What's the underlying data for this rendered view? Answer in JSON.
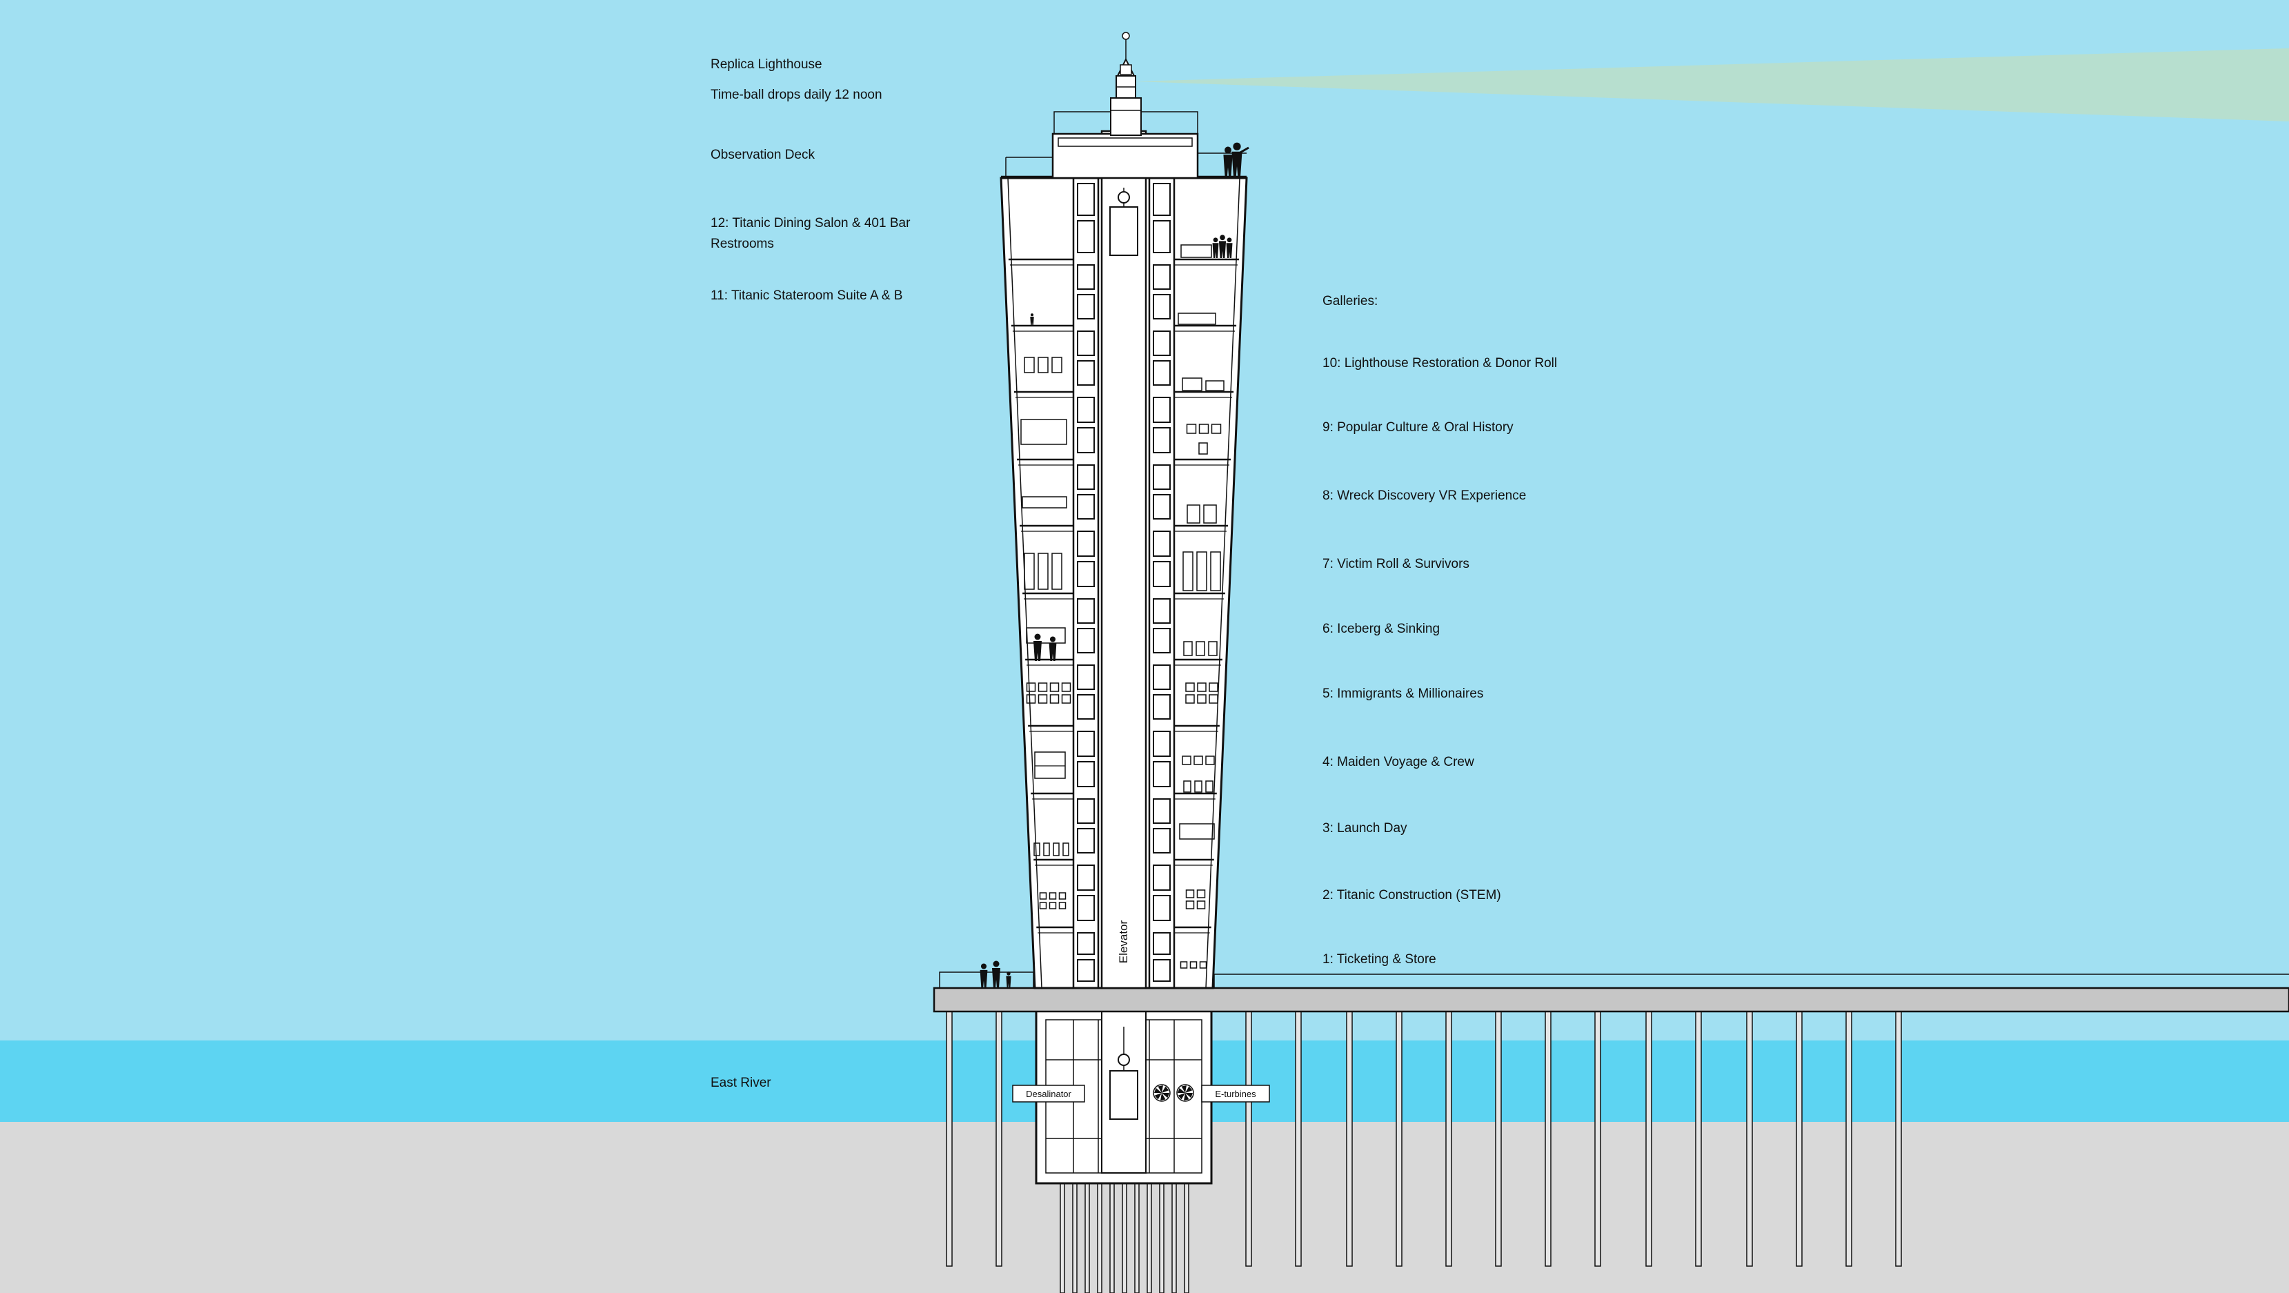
{
  "colors": {
    "sky": "#a1e0f2",
    "water": "#5dd4f2",
    "ground": "#d9d9d9",
    "beam": "#b7dfcf",
    "pier": "#c6c6c6",
    "line": "#111111",
    "tower_fill": "#ffffff"
  },
  "left_labels": {
    "lighthouse": "Replica Lighthouse",
    "timeball": "Time-ball drops daily 12 noon",
    "observation": "Observation Deck",
    "floor12_line1": "12: Titanic Dining Salon & 401 Bar",
    "floor12_line2": "Restrooms",
    "floor11": "11: Titanic Stateroom Suite A & B",
    "river": "East River"
  },
  "galleries": {
    "heading": "Galleries:",
    "items": [
      "10: Lighthouse Restoration & Donor Roll",
      "9: Popular Culture & Oral History",
      "8: Wreck Discovery VR Experience",
      "7: Victim Roll & Survivors",
      "6: Iceberg & Sinking",
      "5: Immigrants & Millionaires",
      "4: Maiden Voyage & Crew",
      "3: Launch Day",
      "2: Titanic Construction (STEM)",
      "1: Ticketing & Store"
    ]
  },
  "tags": {
    "elevator": "Elevator",
    "desalinator": "Desalinator",
    "eturbines": "E-turbines"
  },
  "icons": {
    "people": "person-silhouette-icon",
    "turbine": "turbine-fan-icon",
    "pulley": "elevator-pulley-icon",
    "finial": "lighthouse-finial-icon"
  }
}
